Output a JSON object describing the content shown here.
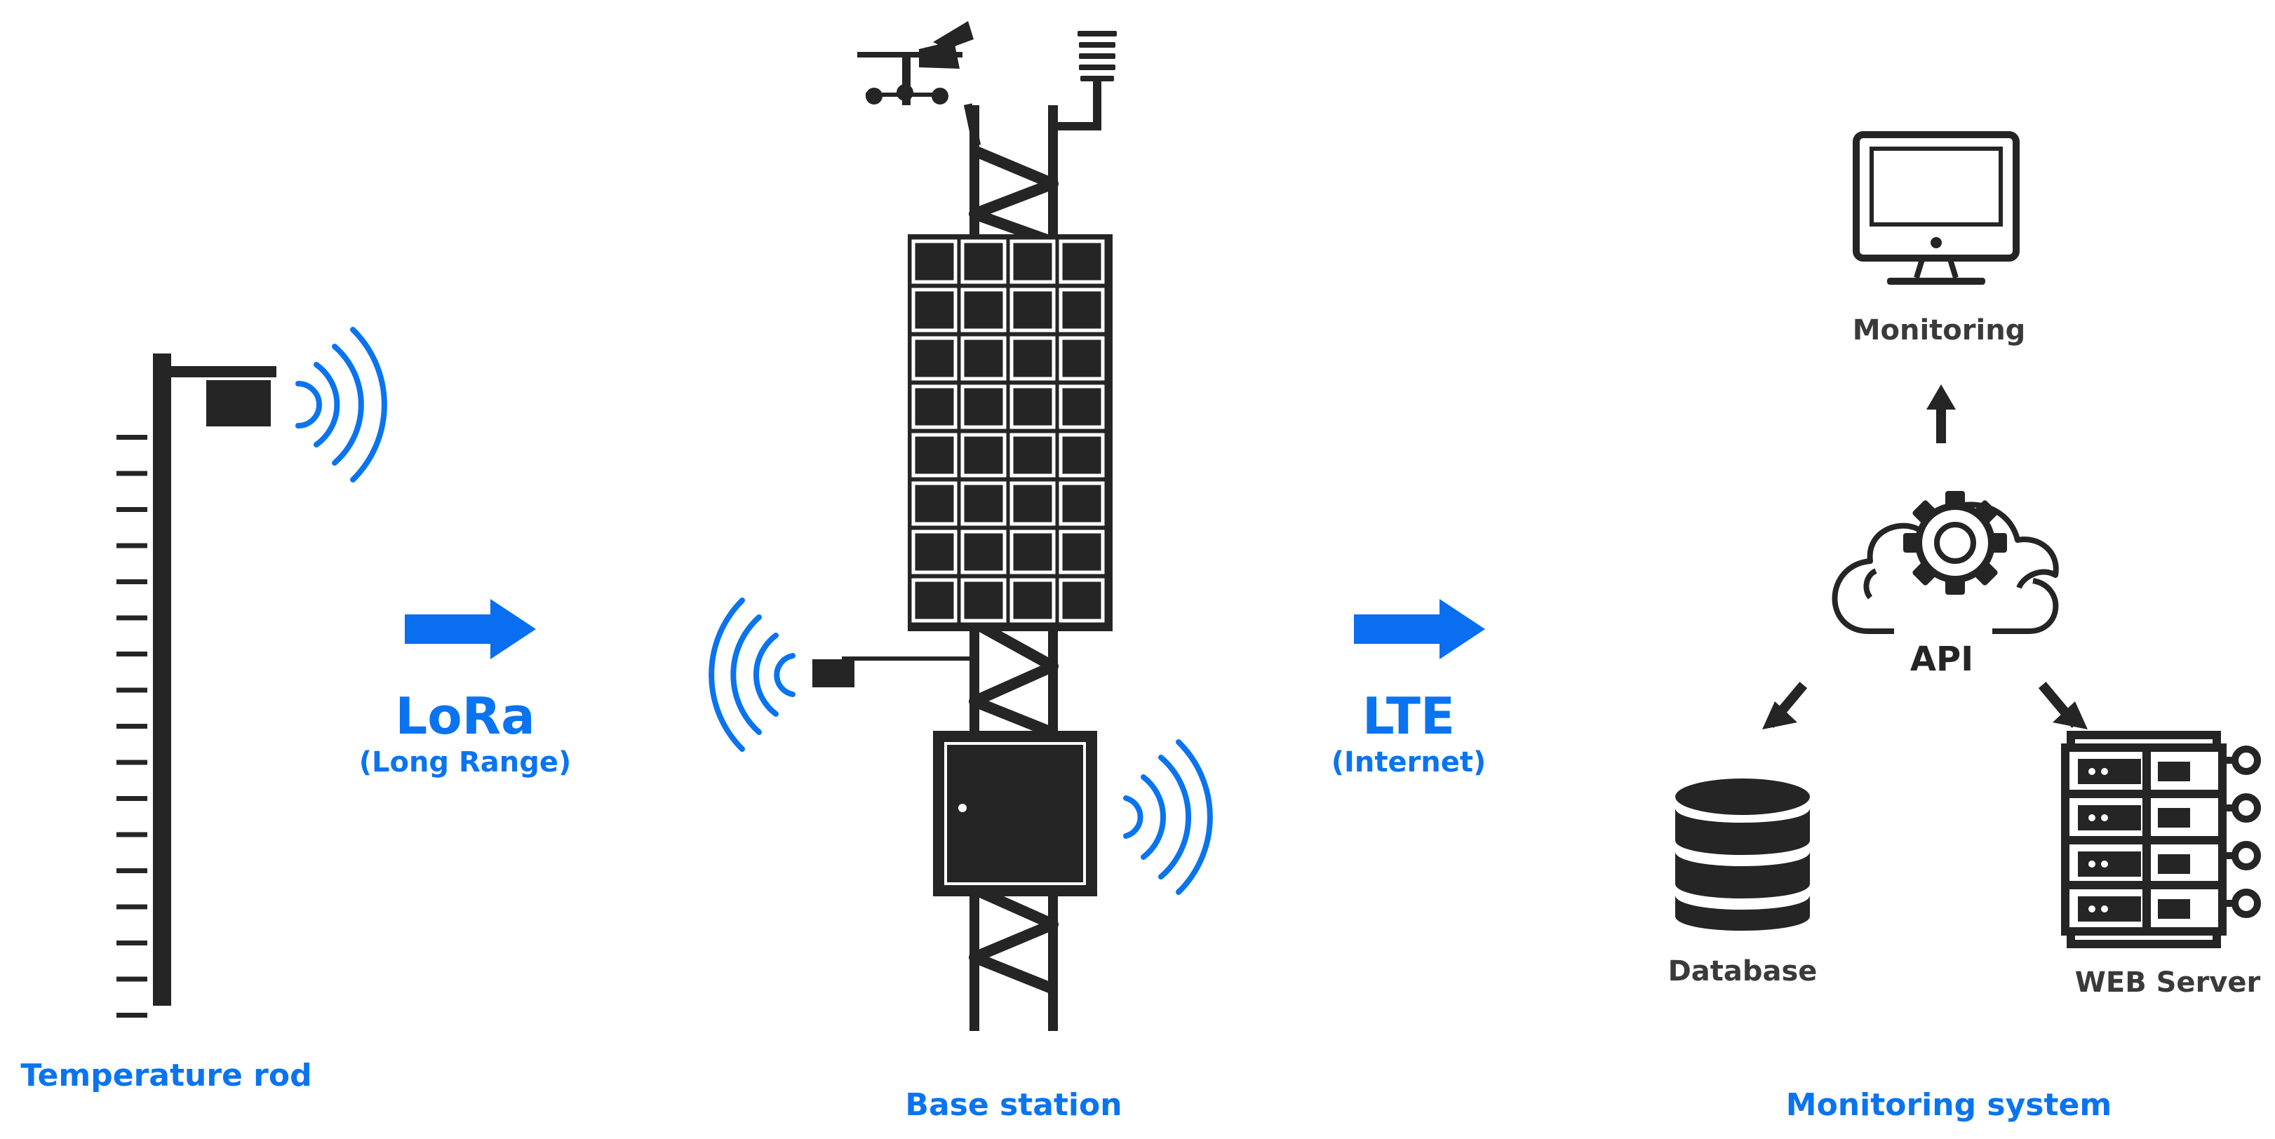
{
  "labels": {
    "temperature_rod": "Temperature rod",
    "base_station": "Base station",
    "monitoring_system": "Monitoring system",
    "lora": "LoRa",
    "lora_sub": "(Long Range)",
    "lte": "LTE",
    "lte_sub": "(Internet)",
    "monitoring": "Monitoring",
    "api": "API",
    "database": "Database",
    "web_server": "WEB Server"
  },
  "colors": {
    "accent": "#0a74f0",
    "ink": "#252525",
    "label": "#3a3a3a",
    "arrow": "#0a6ef0"
  },
  "icons": {
    "monitor": "monitor-icon",
    "cloud_gear": "cloud-gear-icon",
    "database": "database-icon",
    "server": "server-icon",
    "solar_panel": "solar-panel-icon",
    "anemometer": "anemometer-icon",
    "radiation_shield": "radiation-shield-icon",
    "signal": "wireless-signal-icon"
  }
}
